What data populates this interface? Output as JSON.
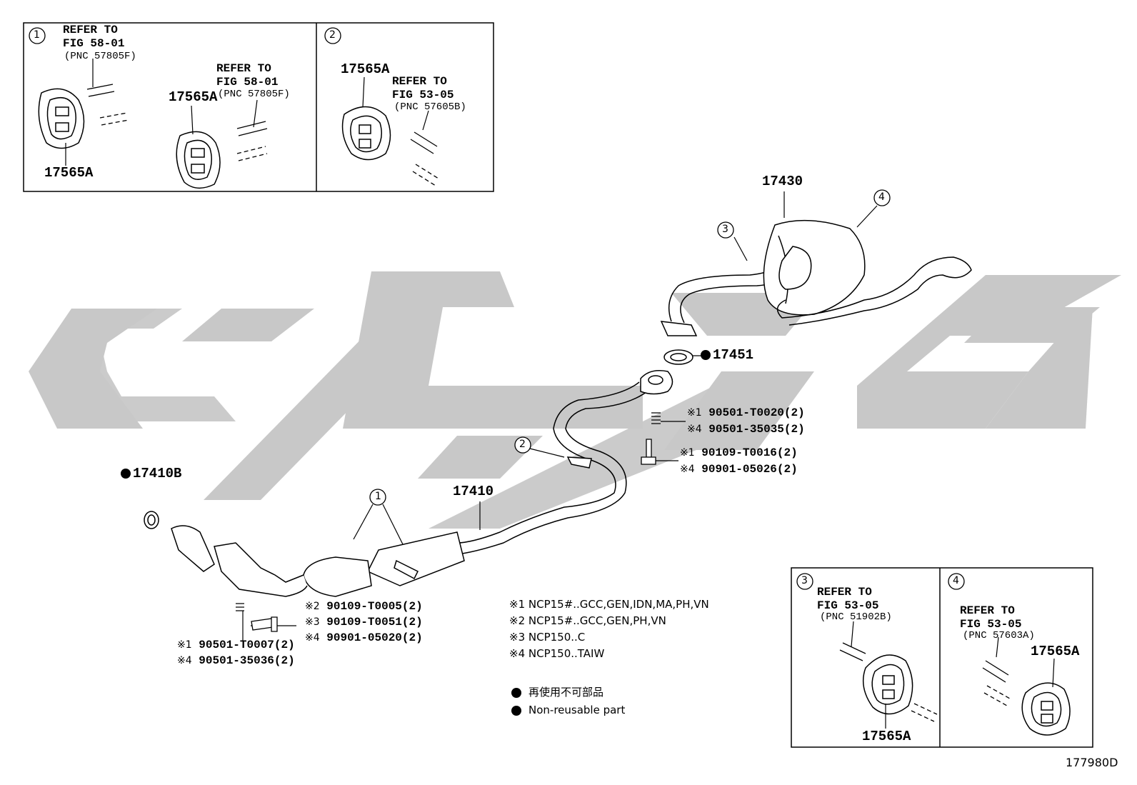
{
  "diagram_id": "177980D",
  "insets": {
    "inset1": {
      "number": "1",
      "ref_a_line1": "REFER TO",
      "ref_a_line2": "FIG 58-01",
      "ref_a_pnc": "(PNC 57805F)",
      "ref_b_line1": "REFER TO",
      "ref_b_line2": "FIG 58-01",
      "ref_b_pnc": "(PNC 57805F)",
      "part_a": "17565A",
      "part_b": "17565A"
    },
    "inset2": {
      "number": "2",
      "part": "17565A",
      "ref_line1": "REFER TO",
      "ref_line2": "FIG 53-05",
      "ref_pnc": "(PNC 57605B)"
    },
    "inset3": {
      "number": "3",
      "ref_line1": "REFER TO",
      "ref_line2": "FIG 53-05",
      "ref_pnc": "(PNC 51902B)",
      "part": "17565A"
    },
    "inset4": {
      "number": "4",
      "ref_line1": "REFER TO",
      "ref_line2": "FIG 53-05",
      "ref_pnc": "(PNC 57603A)",
      "part": "17565A"
    }
  },
  "parts": {
    "muffler": "17430",
    "gasket_rear": "17451",
    "front_pipe": "17410",
    "gasket_front": "17410B",
    "callout_1": "1",
    "callout_2": "2",
    "callout_3": "3",
    "callout_4": "4"
  },
  "fasteners": {
    "rear_spring": [
      {
        "mark": "※1",
        "code": "90501-T0020(2)"
      },
      {
        "mark": "※4",
        "code": "90501-35035(2)"
      }
    ],
    "rear_bolt": [
      {
        "mark": "※1",
        "code": "90109-T0016(2)"
      },
      {
        "mark": "※4",
        "code": "90901-05026(2)"
      }
    ],
    "front_bolt": [
      {
        "mark": "※2",
        "code": "90109-T0005(2)"
      },
      {
        "mark": "※3",
        "code": "90109-T0051(2)"
      },
      {
        "mark": "※4",
        "code": "90901-05020(2)"
      }
    ],
    "front_spring": [
      {
        "mark": "※1",
        "code": "90501-T0007(2)"
      },
      {
        "mark": "※4",
        "code": "90501-35036(2)"
      }
    ]
  },
  "notes": [
    "※1 NCP15#..GCC,GEN,IDN,MA,PH,VN",
    "※2 NCP15#..GCC,GEN,PH,VN",
    "※3 NCP150..C",
    "※4 NCP150..TAIW"
  ],
  "legend": {
    "jp": "再使用不可部品",
    "en": "Non-reusable part"
  },
  "colors": {
    "watermark": "#c8c8c8",
    "line": "#000000"
  }
}
